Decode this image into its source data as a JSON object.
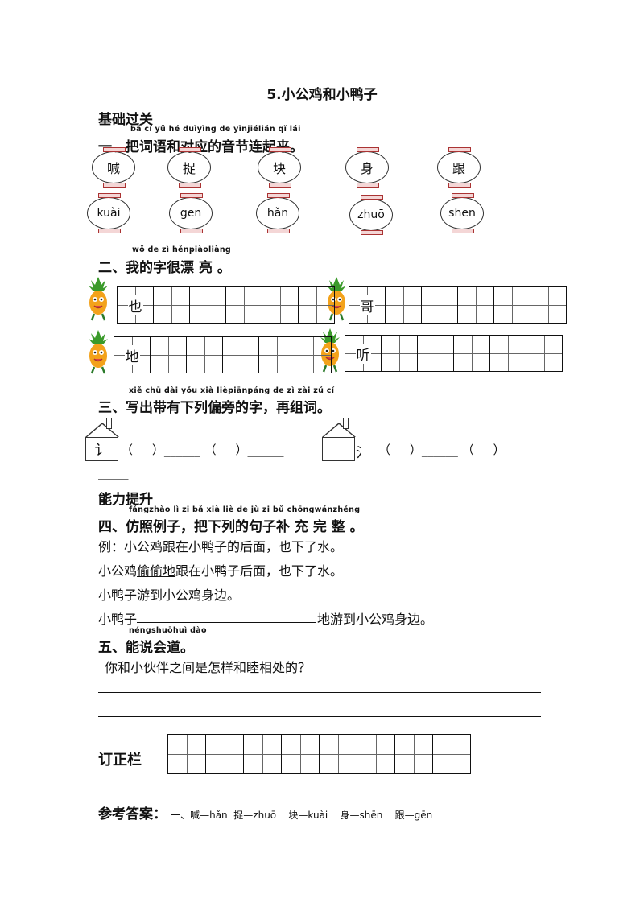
{
  "title": "5.小公鸡和小鸭子",
  "section_basic": "基础过关",
  "q1": {
    "pinyin": "bǎ  cí  yǔ  hé  duìyìng de  yīnjiélián qǐ lái",
    "heading": "一、把词语和对应的音节连起来。",
    "chars": [
      "喊",
      "捉",
      "块",
      "身",
      "跟"
    ],
    "syllables": [
      "kuài",
      "gēn",
      "hǎn",
      "zhuō",
      "shēn"
    ]
  },
  "q2": {
    "pinyin": "wǒ de  zì  hěnpiàoliàng",
    "heading": "二、我的字很漂 亮 。",
    "chars": [
      "也",
      "哥",
      "地",
      "听"
    ]
  },
  "q3": {
    "pinyin": "xiě chū dài yǒu xià lièpiānpáng de  zì     zài zǔ  cí",
    "heading": "三、写出带有下列偏旁的字，再组词。",
    "radicals": [
      "讠",
      "氵"
    ],
    "blank_left": "（     ）______ （     ）______",
    "blank_right": "（     ）______ （     ）",
    "blank_tail": "_____"
  },
  "section_ability": "能力提升",
  "q4": {
    "pinyin": "fǎngzhào lì  zi      bǎ xià liè de  jù  zi  bǔ chōngwánzhěng",
    "heading": "四、仿照例子，把下列的句子补 充 完 整 。",
    "example": "例：小公鸡跟在小鸭子的后面，也下了水。",
    "sample_pre": "小公鸡",
    "sample_underlined": "偷偷地",
    "sample_post": "跟在小鸭子后面，也下了水。",
    "line3": "小鸭子游到小公鸡身边。",
    "line4_pre": "小鸭子",
    "line4_post": "地游到小公鸡身边。"
  },
  "q5": {
    "pinyin": "néngshuōhuì dào",
    "heading": "五、能说会道。",
    "question": "你和小伙伴之间是怎样和睦相处的？"
  },
  "correction_label": "订正栏",
  "answers": {
    "label": "参考答案：",
    "text": "一、喊—hǎn  捉—zhuō    块—kuài    身—shēn    跟—gēn"
  }
}
